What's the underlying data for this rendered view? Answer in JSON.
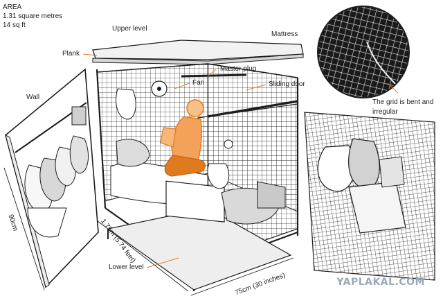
{
  "area": {
    "heading": "AREA",
    "metric": "1.31 square metres",
    "imperial": "14 sq ft"
  },
  "labels": {
    "upper_level": "Upper level",
    "mattress": "Mattress",
    "plank": "Plank",
    "master_plug": "Master plug",
    "fan": "Fan",
    "sliding_door": "Sliding door",
    "wall": "Wall",
    "grid_note_line1": "The grid is bent and",
    "grid_note_line2": "irregular",
    "lower_level": "Lower level",
    "height_dim": "90cm",
    "length_dim": "1.75m (5.74 feet)",
    "width_dim": "75cm (30 inches)"
  },
  "watermark": "YAPLAKAL.COM",
  "colors": {
    "ink": "#1d1d1d",
    "accent": "#e07a1f",
    "watermark": "#9aa9b8"
  }
}
